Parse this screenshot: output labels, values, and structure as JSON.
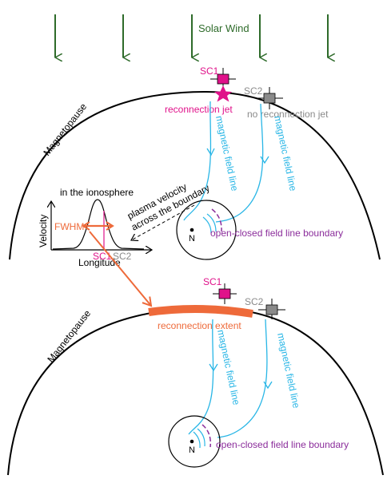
{
  "colors": {
    "solar_wind": "#2e6b2a",
    "sc1": "#e0128a",
    "sc2": "#8a8a8a",
    "field_line": "#29b6e6",
    "boundary": "#8b2d9b",
    "extent": "#ee6a3a",
    "black": "#000000"
  },
  "top_panel": {
    "solar_wind_label": "Solar Wind",
    "magnetopause_label": "Magnetopause",
    "sc1_label": "SC1",
    "sc2_label": "SC2",
    "reconnection_jet_label": "reconnection jet",
    "no_reconnection_jet_label": "no reconnection jet",
    "field_line_label_1": "magnetic field line",
    "field_line_label_2": "magnetic field line",
    "plasma_velocity_label_1": "plasma velocity",
    "plasma_velocity_label_2": "across the boundary",
    "north_label": "N",
    "boundary_label": "open-closed field line boundary"
  },
  "inset_plot": {
    "title": "in the ionosphere",
    "ylabel": "Velocity",
    "xlabel": "Longitude",
    "fwhm_label": "FWHM",
    "sc1_label": "SC1",
    "sc2_label": "SC2"
  },
  "bottom_panel": {
    "magnetopause_label": "Magnetopause",
    "sc1_label": "SC1",
    "sc2_label": "SC2",
    "reconnection_extent_label": "reconnection extent",
    "field_line_label_1": "magnetic field line",
    "field_line_label_2": "magnetic field line",
    "north_label": "N",
    "boundary_label": "open-closed field line boundary"
  }
}
